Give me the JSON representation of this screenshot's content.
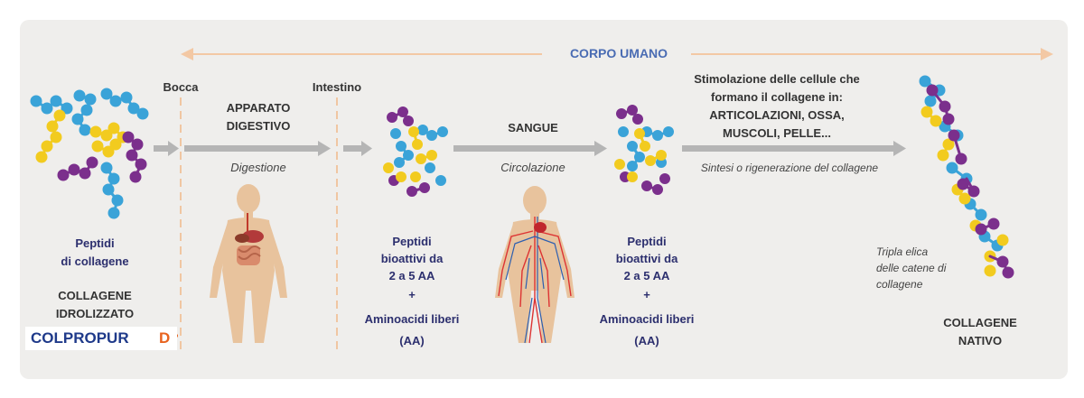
{
  "colors": {
    "panel": "#efeeec",
    "arrow": "#b5b5b5",
    "peach_arrow": "#f3c8a4",
    "navy": "#2c2f6e",
    "title_blue": "#4a6cb3",
    "peptide_yellow": "#f2cb1f",
    "peptide_blue": "#3aa3d8",
    "peptide_purple": "#7b2f8c",
    "body_tan": "#e8c39d",
    "logo_blue": "#1f3a8a",
    "logo_orange": "#e8631f"
  },
  "header": {
    "title": "CORPO UMANO"
  },
  "labels": {
    "bocca": "Bocca",
    "intestino": "Intestino",
    "apparato_line1": "APPARATO",
    "apparato_line2": "DIGESTIVO",
    "digestione": "Digestione",
    "sangue": "SANGUE",
    "circolazione": "Circolazione",
    "stim_line1": "Stimolazione delle cellule che",
    "stim_line2": "formano il collagene in:",
    "stim_line3": "ARTICOLAZIONI, OSSA,",
    "stim_line4": "MUSCOLI, PELLE...",
    "sintesi": "Sintesi o rigenerazione del collagene",
    "peptidi_line1": "Peptidi",
    "peptidi_line2": "di collagene",
    "coll_idro_line1": "COLLAGENE",
    "coll_idro_line2": "IDROLIZZATO",
    "logo_main": "COLPROPUR ",
    "logo_d": "D",
    "bio1": [
      "Peptidi",
      "bioattivi da",
      "2 a 5 AA",
      "+",
      "Aminoacidi liberi",
      "(AA)"
    ],
    "bio2": [
      "Peptidi",
      "bioattivi da",
      "2 a 5 AA",
      "+",
      "Aminoacidi liberi",
      "(AA)"
    ],
    "tripla_line1": "Tripla elica",
    "tripla_line2": "delle catene di",
    "tripla_line3": "collagene",
    "nativo_line1": "COLLAGENE",
    "nativo_line2": "NATIVO"
  }
}
